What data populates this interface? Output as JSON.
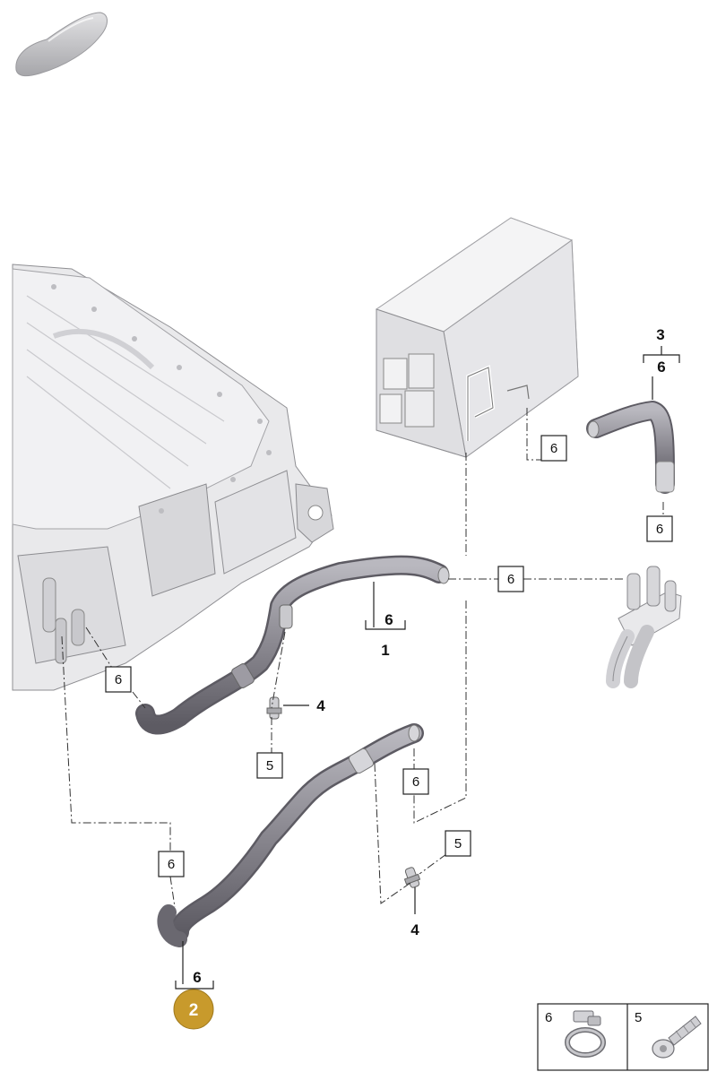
{
  "callouts": {
    "part_1": "1",
    "part_2": "2",
    "part_3": "3",
    "part_4_upper": "4",
    "part_4_lower": "4",
    "sub_6_part_1": "6",
    "sub_6_part_2": "6",
    "sub_6_part_3": "6",
    "box_6_controller": "6",
    "box_6_hose3_lower": "6",
    "box_6_hose1_end": "6",
    "box_6_left": "6",
    "box_6_hose2_end": "6",
    "box_6_lower_left": "6",
    "box_5_upper": "5",
    "box_5_lower": "5"
  },
  "legend": {
    "clamp_label": "6",
    "bolt_label": "5"
  },
  "colors": {
    "hotspot_gold": "#c89a2c",
    "hose_grey": "#8e8c94",
    "component_grey": "#ececee"
  },
  "icons": {
    "vehicle_thumbnail": "car-silhouette-icon",
    "legend_clamp": "hose-clamp-icon",
    "legend_bolt": "bolt-icon"
  }
}
